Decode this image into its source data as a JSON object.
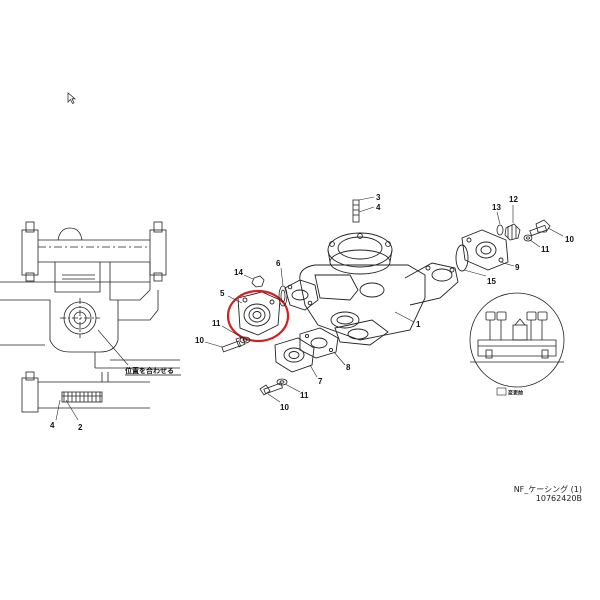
{
  "callouts": [
    "1",
    "2",
    "3",
    "4",
    "5",
    "6",
    "7",
    "8",
    "9",
    "10",
    "11",
    "12",
    "13",
    "14",
    "15"
  ],
  "labels": {
    "c1": "1",
    "c3": "3",
    "c4": "4",
    "c5": "5",
    "c6": "6",
    "c7": "7",
    "c8": "8",
    "c9": "9",
    "c10a": "10",
    "c10b": "10",
    "c10c": "10",
    "c11a": "11",
    "c11b": "11",
    "c11c": "11",
    "c12": "12",
    "c13": "13",
    "c14": "14",
    "c15": "15",
    "left4": "4",
    "left2": "2"
  },
  "alignment_note": "位置を合わせる",
  "detail_tag": "変更前",
  "footer": {
    "title": "NF_ケーシング (1)",
    "code": "10762420B"
  },
  "colors": {
    "line": "#222222",
    "highlight": "#d42020",
    "background": "#ffffff"
  },
  "icons": [
    "cursor-arrow-icon"
  ]
}
